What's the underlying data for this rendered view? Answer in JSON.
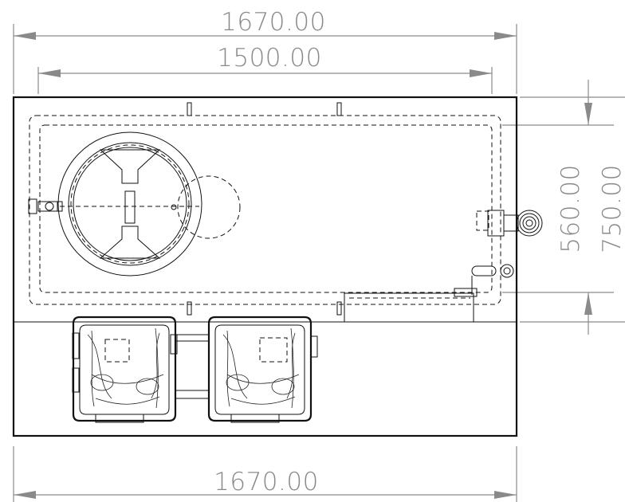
{
  "dimensions": {
    "top_overall": "1670.00",
    "top_inner": "1500.00",
    "bottom_overall": "1670.00",
    "right_inner_height": "560.00",
    "right_overall_height": "750.00"
  },
  "colors": {
    "dimension": "#8a8a8a",
    "geometry": "#111111",
    "background": "#ffffff"
  }
}
